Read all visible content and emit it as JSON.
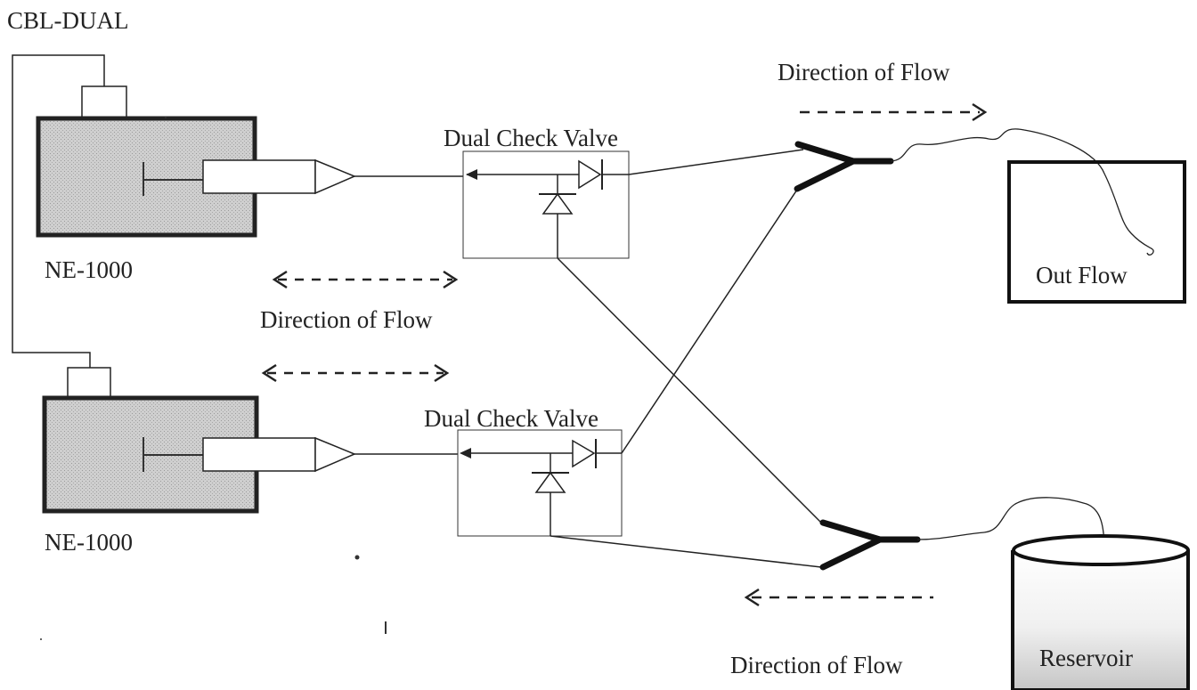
{
  "controller": {
    "label": "CBL-DUAL"
  },
  "pumps": [
    {
      "label": "NE-1000"
    },
    {
      "label": "NE-1000"
    }
  ],
  "valves": [
    {
      "label": "Dual Check Valve"
    },
    {
      "label": "Dual Check Valve"
    }
  ],
  "flow_labels": {
    "top_right": "Direction of Flow",
    "middle": "Direction of Flow",
    "bottom": "Direction of Flow"
  },
  "outflow": {
    "label": "Out Flow"
  },
  "reservoir": {
    "label": "Reservoir"
  },
  "colors": {
    "line": "#222222",
    "pump_fill": "#c8c8c8",
    "reservoir_fill": "#d8d8d8"
  }
}
